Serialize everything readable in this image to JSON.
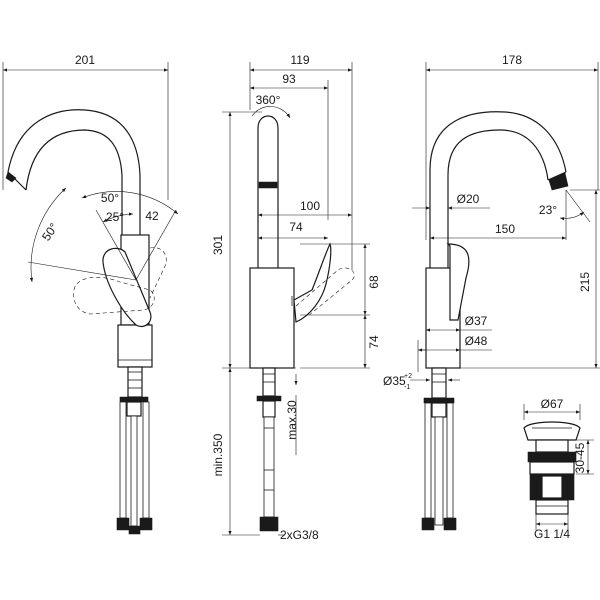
{
  "front_view": {
    "width": "201",
    "angle_upper": "50°",
    "angle_left": "50°",
    "angle_small": "25°",
    "offset": "42"
  },
  "side_view": {
    "depth": "119",
    "reach_top": "93",
    "rotation": "360°",
    "handle_reach": "100",
    "reach_74": "74",
    "height_total": "301",
    "handle_height": "68",
    "base_height": "74",
    "hose_length": "min.350",
    "deck_thickness": "max.30",
    "connection": "2xG3/8"
  },
  "rear_view": {
    "width": "178",
    "spout_diameter": "Ø20",
    "spout_angle": "23°",
    "spout_reach": "150",
    "spout_height": "215",
    "body_diameter": "Ø37",
    "base_diameter": "Ø48",
    "hole_diameter": "Ø35",
    "hole_tol_plus": "+2",
    "hole_tol_minus": "-1"
  },
  "waste": {
    "diameter": "Ø67",
    "thickness": "30-45",
    "thread": "G1 1/4"
  }
}
